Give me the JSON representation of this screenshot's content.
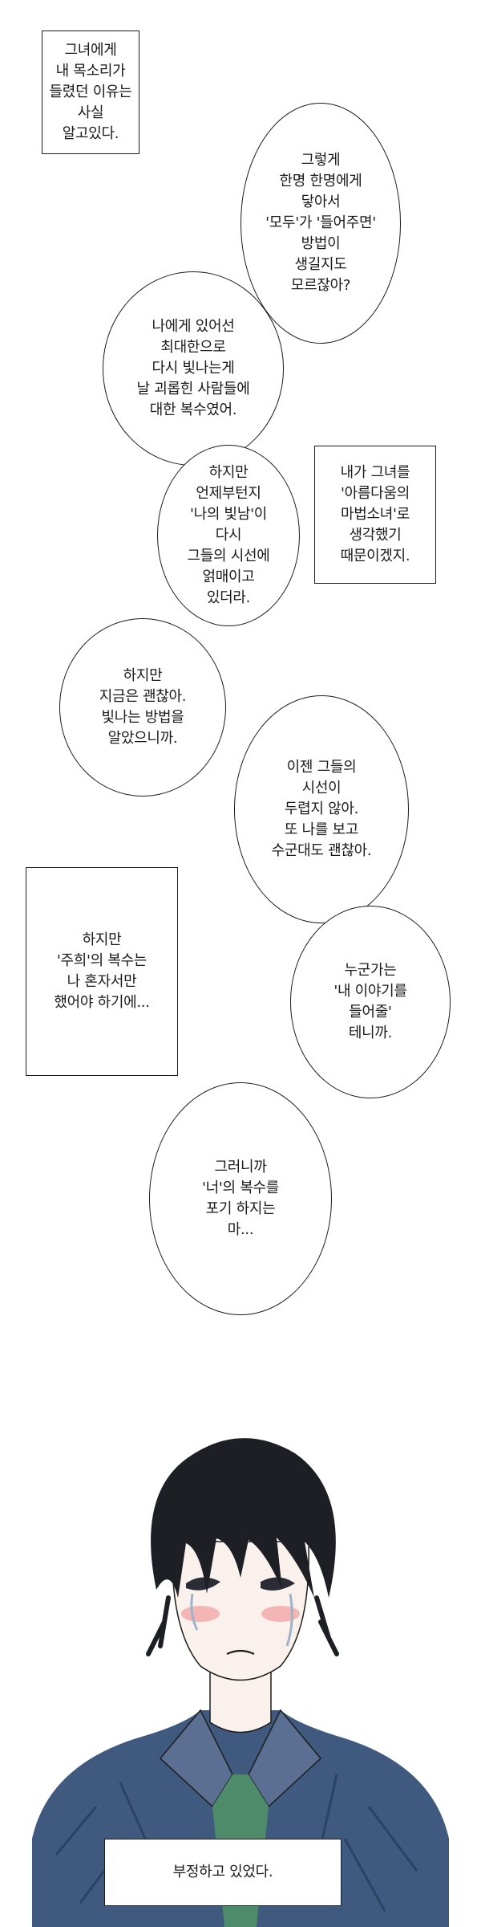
{
  "captions": {
    "c1": "그녀에게\n내 목소리가\n들렸던 이유는\n사실\n알고있다.",
    "c2": "내가 그녀를\n'아름다움의\n마법소녀'로\n생각했기\n때문이겠지.",
    "c3": "하지만\n'주희'의 복수는\n나 혼자서만\n했어야 하기에...",
    "c4": "부정하고 있었다."
  },
  "bubbles": {
    "b1": "그렇게\n한명 한명에게\n닿아서\n'모두'가 '들어주면'\n방법이\n생길지도\n모르잖아?",
    "b2": "나에게 있어선\n최대한으로\n다시 빛나는게\n날 괴롭힌 사람들에\n대한 복수였어.",
    "b3": "하지만\n언제부턴지\n'나의 빛남'이\n다시\n그들의 시선에\n얽매이고\n있더라.",
    "b4": "하지만\n지금은 괜찮아.\n빛나는 방법을\n알았으니까.",
    "b5": "이젠 그들의\n시선이\n두렵지 않아.\n또 나를 보고\n수군대도 괜찮아.",
    "b6": "누군가는\n'내 이야기를\n들어줄'\n테니까.",
    "b7": "그러니까\n'너'의 복수를\n포기 하지는\n마..."
  },
  "colors": {
    "ink": "#1c1c1c",
    "hair": "#1d1f25",
    "skin": "#fbf1ec",
    "blush": "#f2a7a7",
    "shirt": "#3f5a7e",
    "undershirt": "#4e8b6a"
  }
}
